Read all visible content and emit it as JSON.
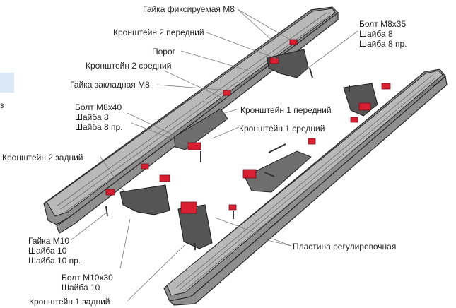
{
  "diagram": {
    "labels": {
      "gaika_fiks": "Гайка фиксируемая М8",
      "kronshtein2_peredniy": "Кронштейн 2 передний",
      "porog": "Порог",
      "kronshtein2_sredniy": "Кронштейн 2 средний",
      "gaika_zakladnaya": "Гайка закладная М8",
      "bolt_m8x40_group": "Болт М8х40\nШайба 8\nШайба 8 пр.",
      "kronshtein2_zadniy": "Кронштейн 2 задний",
      "bolt_m8x35_group": "Болт М8х35\nШайба 8\nШайба 8 пр.",
      "kronshtein1_peredniy": "Кронштейн 1 передний",
      "kronshtein1_sredniy": "Кронштейн 1 средний",
      "gaika_m10_group": "Гайка М10\nШайба 10\nШайба 10 пр.",
      "bolt_m10x30_group": "Болт М10х30\nШайба 10",
      "kronshtein1_zadniy": "Кронштейн 1 задний",
      "plastina": "Пластина регулировочная"
    },
    "left_edge_mark": "з",
    "colors": {
      "rail": "#8f8f8f",
      "rail_top": "#b9b9b9",
      "bracket": "#6e6e6e",
      "highlight_part": "#d82032",
      "side_tab": "#dbe9f7"
    }
  }
}
